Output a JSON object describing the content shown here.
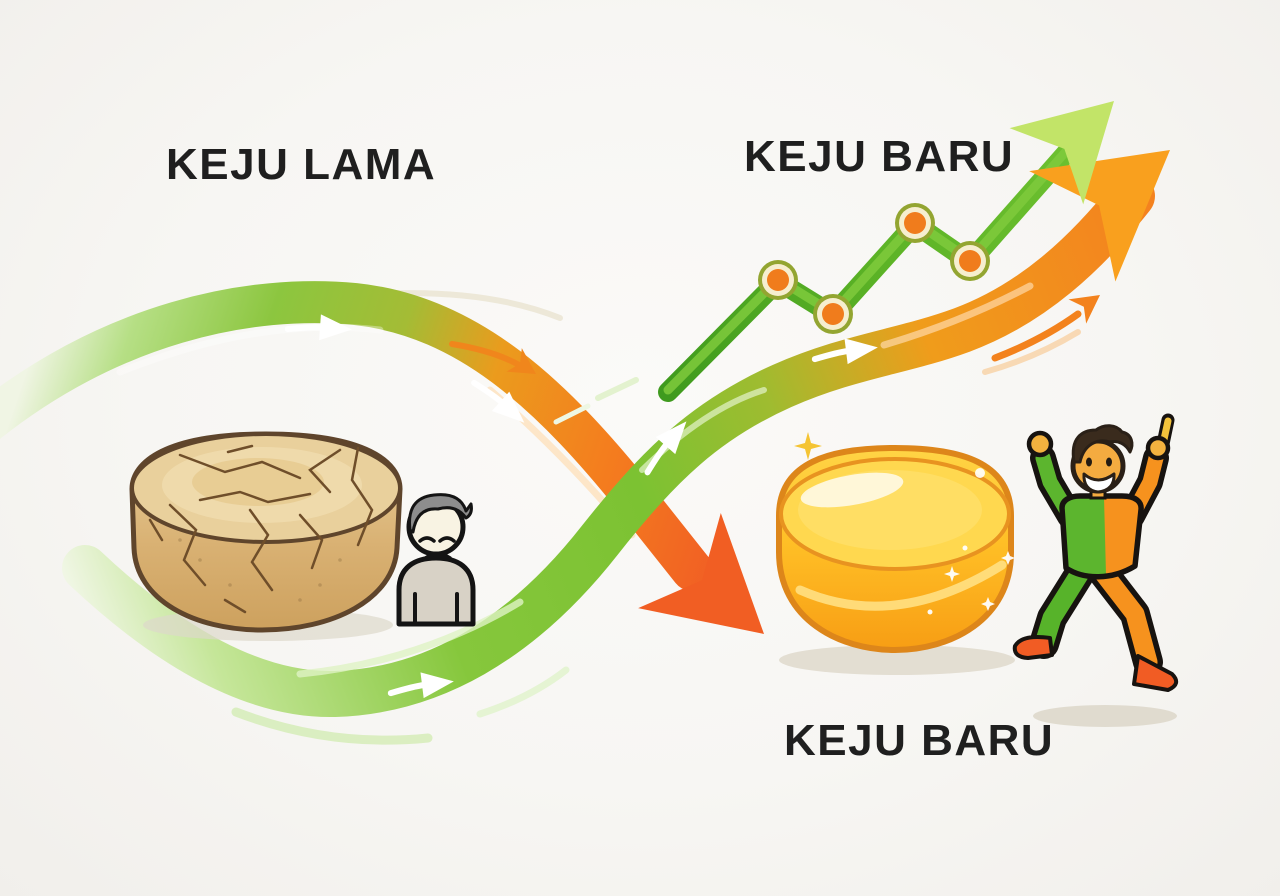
{
  "labels": {
    "old_cheese": "KEJU LAMA",
    "new_cheese_top": "KEJU BARU",
    "new_cheese_bottom": "KEJU BARU"
  },
  "icons": {
    "old_cheese": "cracked-stale-cheese-wheel-icon",
    "sad_person": "sad-gray-person-icon",
    "new_cheese": "glossy-fresh-cheese-wheel-icon",
    "happy_person": "celebrating-running-person-icon",
    "declining_arrow": "green-to-orange-downward-swoosh-arrow",
    "rising_arrow": "green-to-orange-upward-swoosh-arrow",
    "growth_line": "green-zigzag-growth-arrow-with-orange-dots",
    "sparkle": "sparkle-icon"
  },
  "colors": {
    "background": "#f7f6f3",
    "green_bright": "#7dc43c",
    "green_dark": "#4c9a1e",
    "green_pale": "#cde9a8",
    "orange": "#f58a1f",
    "orange_deep": "#f15a24",
    "dot_orange": "#f07c1c",
    "old_cheese_fill": "#dcb97e",
    "old_cheese_crack": "#6f4e2a",
    "new_cheese_fill": "#ffc425",
    "new_cheese_outline": "#de861a",
    "sad_person_gray": "#d8d2c6",
    "hair_gray": "#8d8d8d",
    "skin_orange": "#f4ab40",
    "hair_brown": "#3a2b1d",
    "text": "#1f1f1f"
  }
}
